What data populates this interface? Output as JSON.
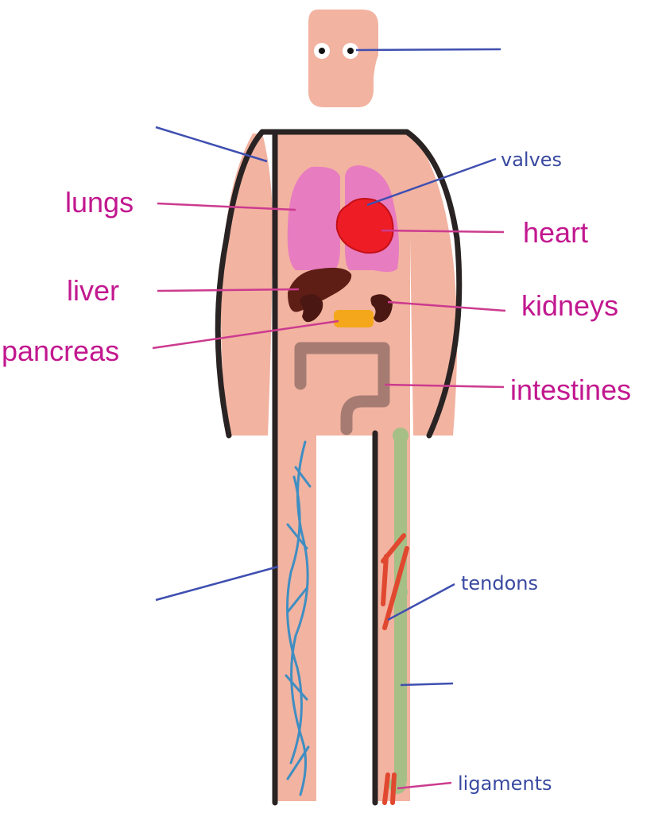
{
  "colors": {
    "skin": "#f2b3a1",
    "outline": "#2a2323",
    "lungs": "#e87cc0",
    "heart": "#ee1c25",
    "liver": "#5e1e16",
    "kidneys": "#4a1712",
    "pancreas": "#f4a71a",
    "intestines": "#a67c72",
    "veins": "#3f8ec2",
    "bone": "#a6bf86",
    "tendon": "#e0482f",
    "magenta_label": "#c2188f",
    "magenta_line": "#cc3b8f",
    "blue_label": "#3a4aa0",
    "blue_line": "#3f4fb0"
  },
  "labels": {
    "lungs": "lungs",
    "liver": "liver",
    "pancreas": "pancreas",
    "heart": "heart",
    "kidneys": "kidneys",
    "intestines": "intestines",
    "valves": "valves",
    "tendons": "tendons",
    "ligaments": "ligaments"
  }
}
